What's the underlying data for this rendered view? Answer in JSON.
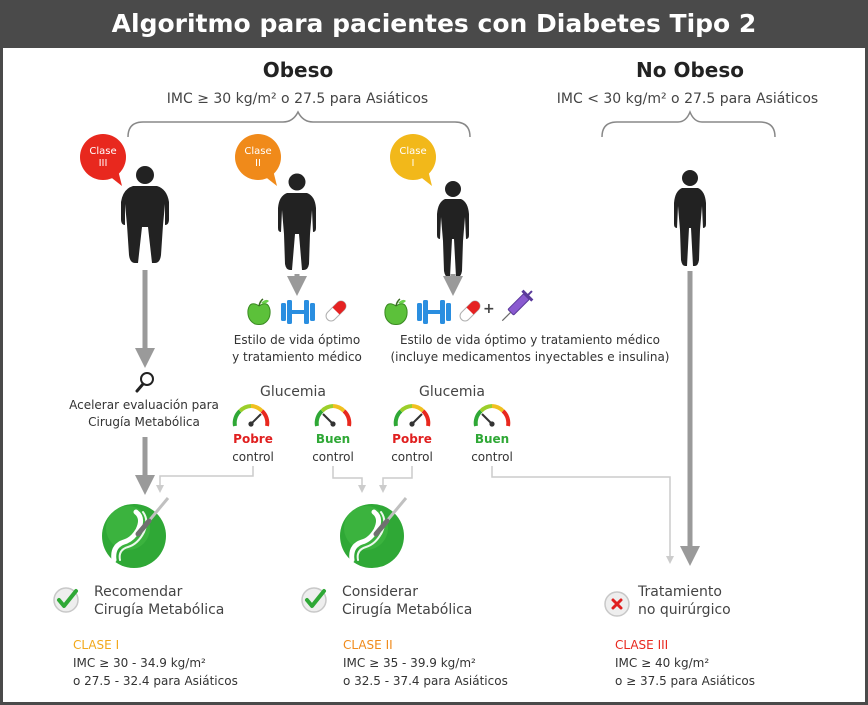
{
  "title": "Algoritmo para pacientes con Diabetes Tipo 2",
  "colors": {
    "header_bg": "#4a4a4a",
    "clase3": "#e8281e",
    "clase2": "#f08a1a",
    "clase1": "#f2b81a",
    "green": "#2fa836",
    "red": "#e02020",
    "arrow_gray": "#9a9a9a",
    "line_gray": "#cccccc"
  },
  "obeso": {
    "heading": "Obeso",
    "criteria": "IMC ≥ 30 kg/m² o 27.5 para Asiáticos"
  },
  "no_obeso": {
    "heading": "No Obeso",
    "criteria": "IMC < 30 kg/m² o 27.5 para Asiáticos"
  },
  "badges": [
    {
      "line1": "Clase",
      "line2": "III"
    },
    {
      "line1": "Clase",
      "line2": "II"
    },
    {
      "line1": "Clase",
      "line2": "I"
    }
  ],
  "treatments": {
    "clase2": {
      "line1": "Estilo de vida óptimo",
      "line2": "y tratamiento médico"
    },
    "clase1": {
      "line1": "Estilo de vida óptimo y tratamiento médico",
      "line2": "(incluye medicamentos inyectables e insulina)"
    },
    "plus": "+"
  },
  "evaluation": {
    "line1": "Acelerar evaluación para",
    "line2": "Cirugía Metabólica"
  },
  "glucemia": {
    "label": "Glucemia",
    "pobre": "Pobre",
    "buen": "Buen",
    "control": "control"
  },
  "outcomes": {
    "recommend": {
      "line1": "Recomendar",
      "line2": "Cirugía Metabólica",
      "class": "CLASE I",
      "imc1": "IMC ≥ 30 - 34.9 kg/m²",
      "imc2": "o 27.5 - 32.4 para Asiáticos"
    },
    "consider": {
      "line1": "Considerar",
      "line2": "Cirugía Metabólica",
      "class": "CLASE II",
      "imc1": "IMC ≥ 35 - 39.9 kg/m²",
      "imc2": "o 32.5 - 37.4 para Asiáticos"
    },
    "nonsurgical": {
      "line1": "Tratamiento",
      "line2": "no quirúrgico",
      "class": "CLASE III",
      "imc1": "IMC ≥ 40 kg/m²",
      "imc2": "o ≥ 37.5 para Asiáticos"
    }
  },
  "icons": [
    "apple-icon",
    "dumbbell-icon",
    "pill-icon",
    "syringe-icon",
    "magnifier-icon",
    "gauge-icon",
    "stomach-scalpel-icon",
    "check-icon",
    "cross-icon",
    "person-icon"
  ]
}
